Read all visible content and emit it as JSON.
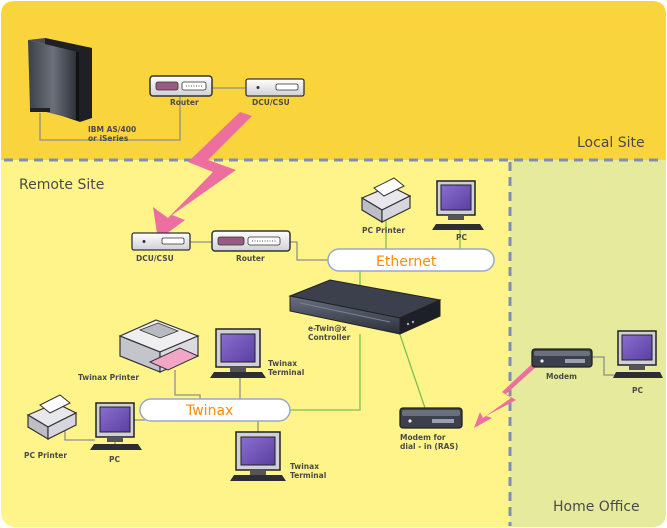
{
  "regions": {
    "local_site": "Local Site",
    "remote_site": "Remote Site",
    "home_office": "Home Office"
  },
  "buses": {
    "ethernet": "Ethernet",
    "twinax": "Twinax"
  },
  "devices": {
    "ibm_line1": "IBM AS/400",
    "ibm_line2": "or iSeries",
    "router_local": "Router",
    "dcu_csu_local": "DCU/CSU",
    "dcu_csu_remote": "DCU/CSU",
    "router_remote": "Router",
    "pc_printer_top": "PC Printer",
    "pc_top": "PC",
    "controller_line1": "e-Twin@x",
    "controller_line2": "Controller",
    "twinax_printer": "Twinax Printer",
    "twinax_terminal_top_line1": "Twinax",
    "twinax_terminal_top_line2": "Terminal",
    "pc_printer_bottom": "PC Printer",
    "pc_bottom": "PC",
    "twinax_terminal_bottom_line1": "Twinax",
    "twinax_terminal_bottom_line2": "Terminal",
    "modem_ras_line1": "Modem for",
    "modem_ras_line2": "dial - in (RAS)",
    "modem_home": "Modem",
    "pc_home": "PC"
  },
  "colors": {
    "local_bg": "#fad43c",
    "remote_bg": "#fff48a",
    "home_bg": "#e6ea9c",
    "divider": "#7d8fb5",
    "lightning": "#ec6fa0",
    "green_line": "#7bbf54",
    "gray_line": "#8e8e8e",
    "bus_outline": "#9aa7c7",
    "label_text": "#4a4a4a",
    "bus_text": "#ff8c00"
  },
  "icons": [
    "server-icon",
    "router-icon",
    "dcu-csu-icon",
    "lightning-icon",
    "printer-icon",
    "monitor-icon",
    "controller-icon",
    "modem-icon",
    "laser-printer-icon"
  ]
}
